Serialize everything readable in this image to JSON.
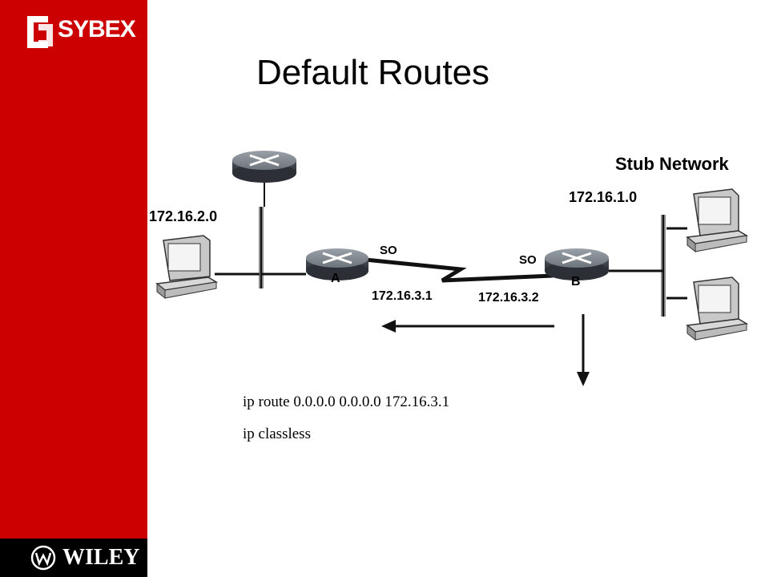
{
  "slide": {
    "title": "Default Routes",
    "brand_top": "SYBEX",
    "brand_bottom": "WILEY",
    "colors": {
      "sidebar": "#cc0000",
      "footer": "#000000"
    }
  },
  "diagram": {
    "stub_label": "Stub Network",
    "net_left": "172.16.2.0",
    "net_right": "172.16.1.0",
    "router_a": "A",
    "router_b": "B",
    "serial_a": "SO",
    "serial_b": "SO",
    "ip_a": "172.16.3.1",
    "ip_b": "172.16.3.2"
  },
  "commands": {
    "line1": "ip route 0.0.0.0 0.0.0.0 172.16.3.1",
    "line2": "ip classless"
  }
}
